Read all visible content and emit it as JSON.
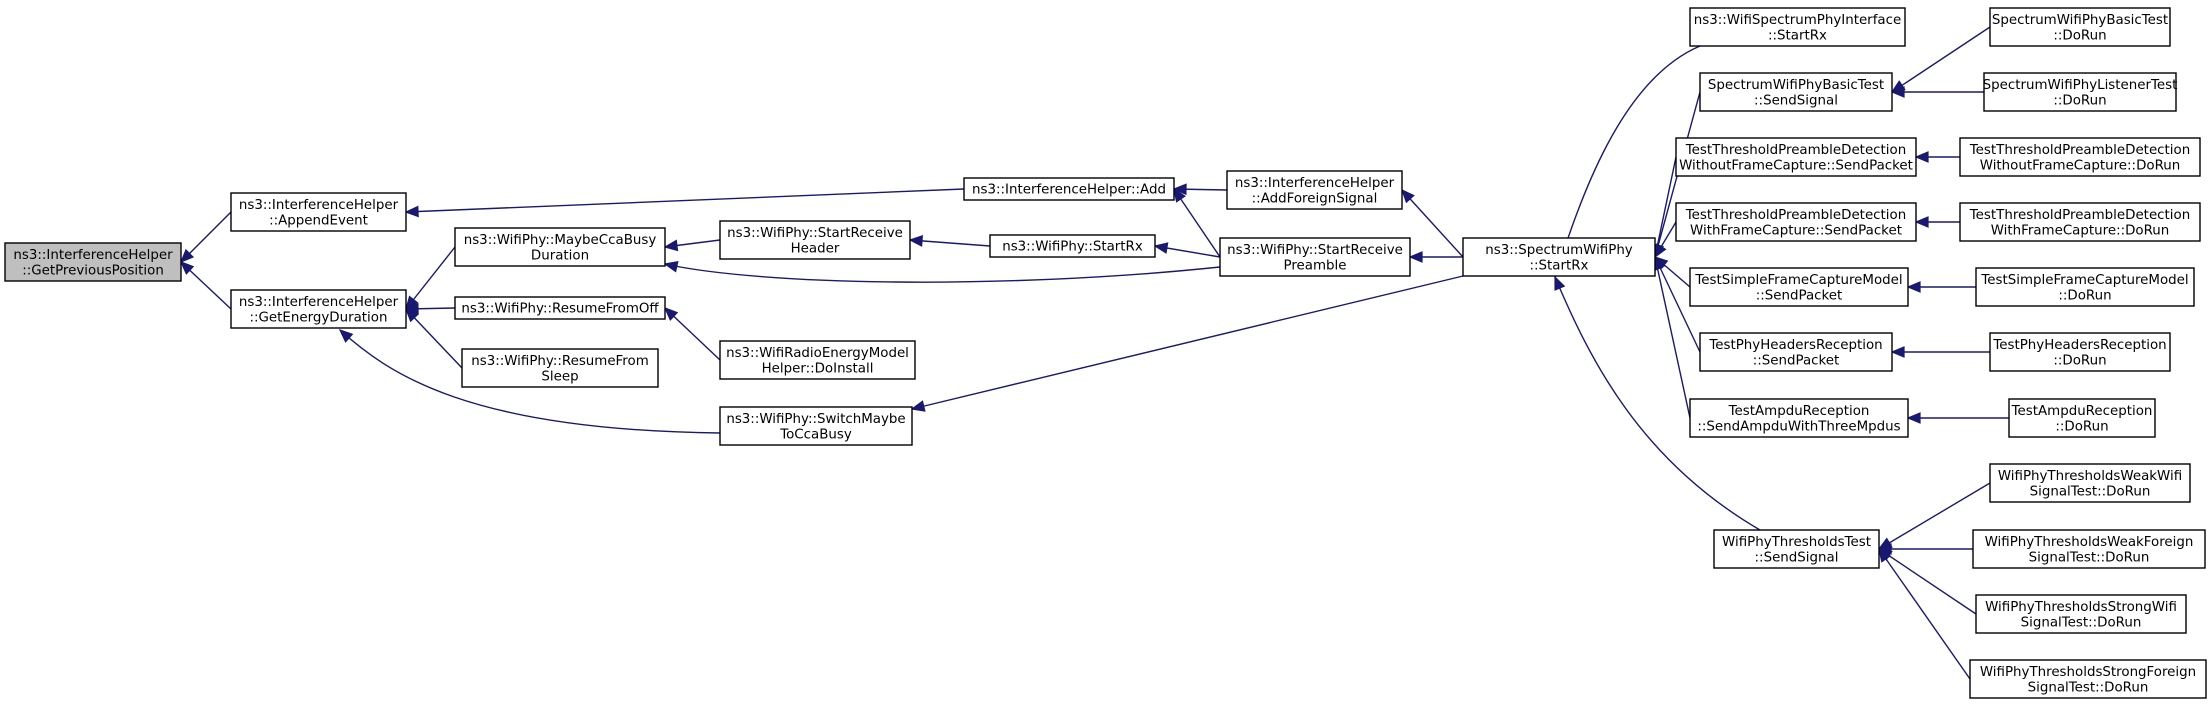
{
  "graph": {
    "title": "",
    "edge_color": "#191970",
    "highlight_fill": "#bfbfbf",
    "nodes": [
      {
        "id": "n0",
        "lines": [
          "ns3::InterferenceHelper",
          "::GetPreviousPosition"
        ]
      },
      {
        "id": "n1",
        "lines": [
          "ns3::InterferenceHelper",
          "::AppendEvent"
        ]
      },
      {
        "id": "n2",
        "lines": [
          "ns3::InterferenceHelper",
          "::GetEnergyDuration"
        ]
      },
      {
        "id": "n3",
        "lines": [
          "ns3::InterferenceHelper::Add"
        ]
      },
      {
        "id": "n4",
        "lines": [
          "ns3::InterferenceHelper",
          "::AddForeignSignal"
        ]
      },
      {
        "id": "n5",
        "lines": [
          "ns3::WifiPhy::StartReceive",
          "Preamble"
        ]
      },
      {
        "id": "n6",
        "lines": [
          "ns3::SpectrumWifiPhy",
          "::StartRx"
        ]
      },
      {
        "id": "n7",
        "lines": [
          "ns3::WifiPhy::MaybeCcaBusy",
          "Duration"
        ]
      },
      {
        "id": "n8",
        "lines": [
          "ns3::WifiPhy::StartReceive",
          "Header"
        ]
      },
      {
        "id": "n9",
        "lines": [
          "ns3::WifiPhy::StartRx"
        ]
      },
      {
        "id": "n10",
        "lines": [
          "ns3::WifiPhy::ResumeFromOff"
        ]
      },
      {
        "id": "n11",
        "lines": [
          "ns3::WifiRadioEnergyModel",
          "Helper::DoInstall"
        ]
      },
      {
        "id": "n12",
        "lines": [
          "ns3::WifiPhy::ResumeFrom",
          "Sleep"
        ]
      },
      {
        "id": "n13",
        "lines": [
          "ns3::WifiPhy::SwitchMaybe",
          "ToCcaBusy"
        ]
      },
      {
        "id": "n14",
        "lines": [
          "ns3::WifiSpectrumPhyInterface",
          "::StartRx"
        ]
      },
      {
        "id": "n15",
        "lines": [
          "SpectrumWifiPhyBasicTest",
          "::SendSignal"
        ]
      },
      {
        "id": "n16",
        "lines": [
          "TestThresholdPreambleDetection",
          "WithoutFrameCapture::SendPacket"
        ]
      },
      {
        "id": "n17",
        "lines": [
          "TestThresholdPreambleDetection",
          "WithFrameCapture::SendPacket"
        ]
      },
      {
        "id": "n18",
        "lines": [
          "TestSimpleFrameCaptureModel",
          "::SendPacket"
        ]
      },
      {
        "id": "n19",
        "lines": [
          "TestPhyHeadersReception",
          "::SendPacket"
        ]
      },
      {
        "id": "n20",
        "lines": [
          "TestAmpduReception",
          "::SendAmpduWithThreeMpdus"
        ]
      },
      {
        "id": "n21",
        "lines": [
          "WifiPhyThresholdsTest",
          "::SendSignal"
        ]
      },
      {
        "id": "n22",
        "lines": [
          "SpectrumWifiPhyBasicTest",
          "::DoRun"
        ]
      },
      {
        "id": "n23",
        "lines": [
          "SpectrumWifiPhyListenerTest",
          "::DoRun"
        ]
      },
      {
        "id": "n24",
        "lines": [
          "TestThresholdPreambleDetection",
          "WithoutFrameCapture::DoRun"
        ]
      },
      {
        "id": "n25",
        "lines": [
          "TestThresholdPreambleDetection",
          "WithFrameCapture::DoRun"
        ]
      },
      {
        "id": "n26",
        "lines": [
          "TestSimpleFrameCaptureModel",
          "::DoRun"
        ]
      },
      {
        "id": "n27",
        "lines": [
          "TestPhyHeadersReception",
          "::DoRun"
        ]
      },
      {
        "id": "n28",
        "lines": [
          "TestAmpduReception",
          "::DoRun"
        ]
      },
      {
        "id": "n29",
        "lines": [
          "WifiPhyThresholdsWeakWifi",
          "SignalTest::DoRun"
        ]
      },
      {
        "id": "n30",
        "lines": [
          "WifiPhyThresholdsWeakForeign",
          "SignalTest::DoRun"
        ]
      },
      {
        "id": "n31",
        "lines": [
          "WifiPhyThresholdsStrongWifi",
          "SignalTest::DoRun"
        ]
      },
      {
        "id": "n32",
        "lines": [
          "WifiPhyThresholdsStrongForeign",
          "SignalTest::DoRun"
        ]
      }
    ],
    "edges": [
      {
        "from": "n1",
        "to": "n0"
      },
      {
        "from": "n2",
        "to": "n0"
      },
      {
        "from": "n3",
        "to": "n1"
      },
      {
        "from": "n4",
        "to": "n3"
      },
      {
        "from": "n5",
        "to": "n3"
      },
      {
        "from": "n6",
        "to": "n4"
      },
      {
        "from": "n6",
        "to": "n5"
      },
      {
        "from": "n7",
        "to": "n2"
      },
      {
        "from": "n10",
        "to": "n2"
      },
      {
        "from": "n12",
        "to": "n2"
      },
      {
        "from": "n13",
        "to": "n2"
      },
      {
        "from": "n8",
        "to": "n7"
      },
      {
        "from": "n5",
        "to": "n7"
      },
      {
        "from": "n9",
        "to": "n8"
      },
      {
        "from": "n5",
        "to": "n9"
      },
      {
        "from": "n11",
        "to": "n10"
      },
      {
        "from": "n6",
        "to": "n13"
      },
      {
        "from": "n14",
        "to": "n6"
      },
      {
        "from": "n15",
        "to": "n6"
      },
      {
        "from": "n16",
        "to": "n6"
      },
      {
        "from": "n17",
        "to": "n6"
      },
      {
        "from": "n18",
        "to": "n6"
      },
      {
        "from": "n19",
        "to": "n6"
      },
      {
        "from": "n20",
        "to": "n6"
      },
      {
        "from": "n21",
        "to": "n6"
      },
      {
        "from": "n22",
        "to": "n15"
      },
      {
        "from": "n23",
        "to": "n15"
      },
      {
        "from": "n24",
        "to": "n16"
      },
      {
        "from": "n25",
        "to": "n17"
      },
      {
        "from": "n26",
        "to": "n18"
      },
      {
        "from": "n27",
        "to": "n19"
      },
      {
        "from": "n28",
        "to": "n20"
      },
      {
        "from": "n29",
        "to": "n21"
      },
      {
        "from": "n30",
        "to": "n21"
      },
      {
        "from": "n31",
        "to": "n21"
      },
      {
        "from": "n32",
        "to": "n21"
      }
    ]
  }
}
